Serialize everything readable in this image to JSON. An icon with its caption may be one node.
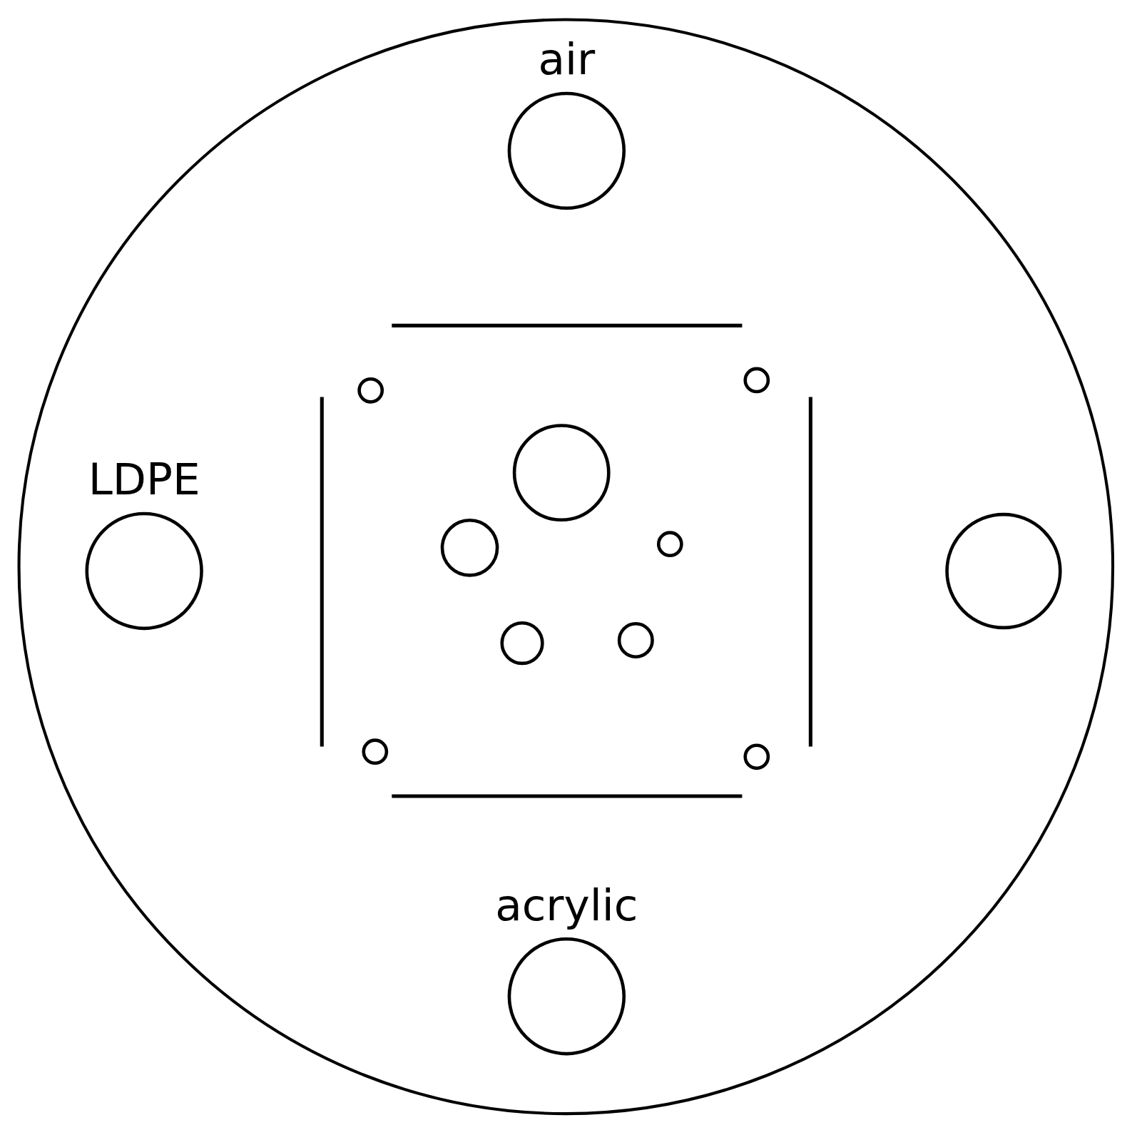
{
  "diagram": {
    "nodes": [
      {
        "text": [],
        "shape": "circle"
      },
      {
        "text": [
          "air"
        ],
        "in": 0
      },
      {
        "text": [
          "LDPE"
        ],
        "in": 0
      },
      {
        "text": [],
        "shape": "circle",
        "in": 0
      },
      {
        "text": [],
        "shape": "circle",
        "in": 0
      },
      {
        "text": [],
        "shape": "circle",
        "in": 0
      },
      {
        "text": [],
        "shape": "circle",
        "in": 0
      },
      {
        "text": [],
        "shape": "circle",
        "in": 0
      },
      {
        "text": [],
        "shape": "circle",
        "in": 0
      },
      {
        "text": [],
        "shape": "circle",
        "in": 0
      },
      {
        "text": [],
        "shape": "circle",
        "in": 0
      },
      {
        "text": [],
        "shape": "circle",
        "in": 0
      },
      {
        "text": [],
        "shape": "circle",
        "in": 0
      },
      {
        "text": [
          "acrylic"
        ],
        "in": 0
      }
    ]
  }
}
